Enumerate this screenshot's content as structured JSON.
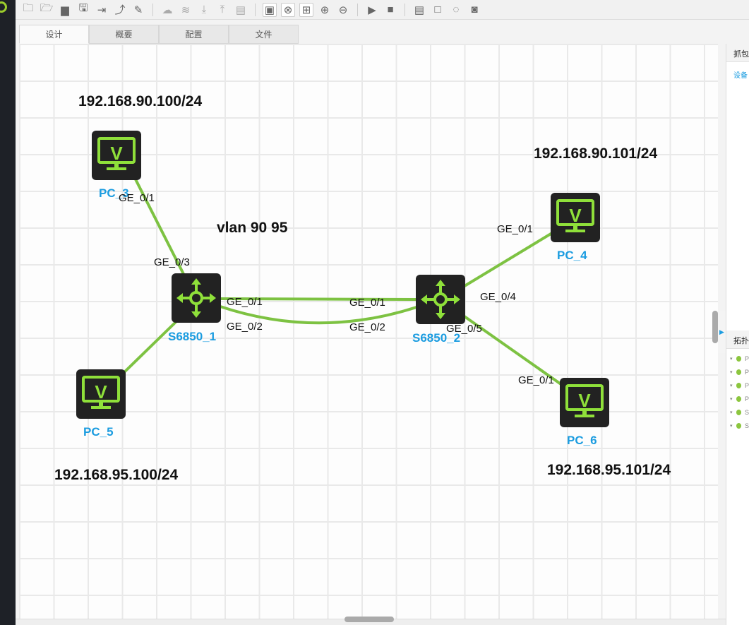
{
  "toolbar": {
    "icons": [
      "new-project-icon",
      "open-icon",
      "open-folder-icon",
      "save-icon",
      "save-as-icon",
      "export-icon",
      "edit-icon",
      "cloud-download-icon",
      "layers-icon",
      "download-icon",
      "upload-icon",
      "log-icon",
      "screenshot-device-icon",
      "topology-icon",
      "grid-icon",
      "zoom-in-icon",
      "zoom-out-icon",
      "start-icon",
      "stop-icon",
      "add-list-icon",
      "add-device-icon",
      "add-link-icon",
      "camera-icon"
    ]
  },
  "tabs": [
    {
      "label": "设计",
      "active": true
    },
    {
      "label": "概要"
    },
    {
      "label": "配置"
    },
    {
      "label": "文件"
    }
  ],
  "canvas": {
    "annotations": {
      "ip_pc3": "192.168.90.100/24",
      "ip_pc4": "192.168.90.101/24",
      "ip_pc5": "192.168.95.100/24",
      "ip_pc6": "192.168.95.101/24",
      "vlan": "vlan 90 95"
    },
    "devices": {
      "pc3": "PC_3",
      "pc4": "PC_4",
      "pc5": "PC_5",
      "pc6": "PC_6",
      "sw1": "S6850_1",
      "sw2": "S6850_2"
    },
    "ports": {
      "pc3_p": "GE_0/1",
      "sw1_p3": "GE_0/3",
      "sw1_p1": "GE_0/1",
      "sw1_p2": "GE_0/2",
      "sw2_p1": "GE_0/1",
      "sw2_p2": "GE_0/2",
      "sw2_p4": "GE_0/4",
      "sw2_p5": "GE_0/5",
      "pc4_p": "GE_0/1",
      "pc6_p": "GE_0/1"
    },
    "link_color": "#7dc242"
  },
  "right_panel": {
    "capture_title": "抓包过",
    "capture_link": "设备",
    "topology_title": "拓扑汇",
    "tree_items": [
      "P",
      "P",
      "P",
      "P",
      "S",
      "S"
    ]
  }
}
